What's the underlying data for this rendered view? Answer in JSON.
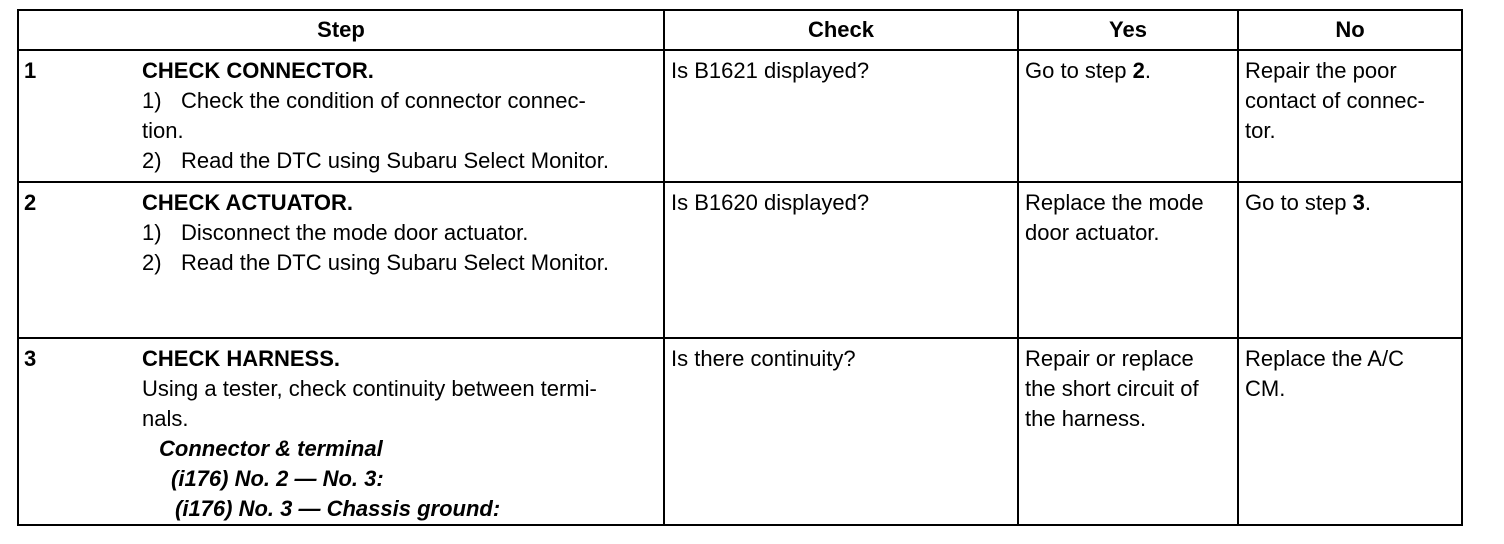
{
  "headers": {
    "step": "Step",
    "check": "Check",
    "yes": "Yes",
    "no": "No"
  },
  "rows": [
    {
      "num": "1",
      "title": "CHECK CONNECTOR.",
      "items": [
        {
          "n": "1)",
          "line1": "Check the condition of connector connec-",
          "line2": "tion."
        },
        {
          "n": "2)",
          "line1": "Read the DTC using Subaru Select Monitor."
        }
      ],
      "check": "Is B1621 displayed?",
      "yes_prefix": "Go to step ",
      "yes_step": "2",
      "yes_suffix": ".",
      "no": [
        "Repair the poor",
        "contact of connec-",
        "tor."
      ]
    },
    {
      "num": "2",
      "title": "CHECK ACTUATOR.",
      "items": [
        {
          "n": "1)",
          "line1": "Disconnect the mode door actuator."
        },
        {
          "n": "2)",
          "line1": "Read the DTC using Subaru Select Monitor."
        }
      ],
      "check": "Is B1620 displayed?",
      "yes": [
        "Replace the mode",
        "door actuator."
      ],
      "no_prefix": "Go to step ",
      "no_step": "3",
      "no_suffix": "."
    },
    {
      "num": "3",
      "title": "CHECK HARNESS.",
      "text": [
        "Using a tester, check continuity between termi-",
        "nals."
      ],
      "connector_heading": "Connector & terminal",
      "pairs": [
        "(i176) No. 2 — No. 3:",
        "(i176) No. 3 — Chassis ground:"
      ],
      "check": "Is there continuity?",
      "yes": [
        "Repair or replace",
        "the short circuit of",
        "the harness."
      ],
      "no": [
        "Replace the A/C",
        "CM."
      ]
    }
  ]
}
